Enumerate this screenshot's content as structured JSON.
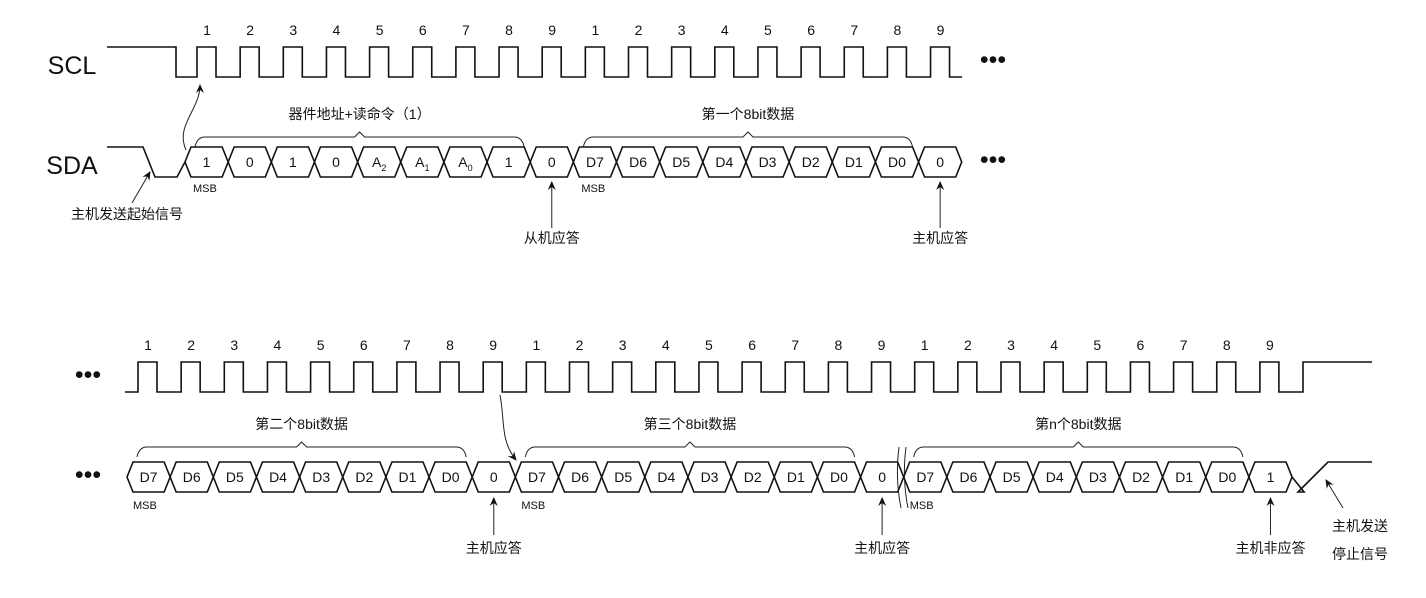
{
  "signals": {
    "scl": "SCL",
    "sda": "SDA"
  },
  "ellipsis": "•••",
  "row1": {
    "clock_labels": [
      "1",
      "2",
      "3",
      "4",
      "5",
      "6",
      "7",
      "8",
      "9",
      "1",
      "2",
      "3",
      "4",
      "5",
      "6",
      "7",
      "8",
      "9"
    ],
    "cells": [
      "1",
      "0",
      "1",
      "0",
      "A2",
      "A1",
      "A0",
      "1",
      "0",
      "D7",
      "D6",
      "D5",
      "D4",
      "D3",
      "D2",
      "D1",
      "D0",
      "0"
    ],
    "braces": [
      {
        "label": "器件地址+读命令（1）",
        "from_cell": 0,
        "to_cell": 7
      },
      {
        "label": "第一个8bit数据",
        "from_cell": 9,
        "to_cell": 16
      }
    ],
    "msb_cells": [
      0,
      9
    ],
    "msb_label": "MSB",
    "annotations": [
      {
        "label": "主机发送起始信号",
        "target": "start"
      },
      {
        "label": "从机应答",
        "cell": 8
      },
      {
        "label": "主机应答",
        "cell": 17
      }
    ]
  },
  "row2": {
    "clock_labels": [
      "1",
      "2",
      "3",
      "4",
      "5",
      "6",
      "7",
      "8",
      "9",
      "1",
      "2",
      "3",
      "4",
      "5",
      "6",
      "7",
      "8",
      "9",
      "1",
      "2",
      "3",
      "4",
      "5",
      "6",
      "7",
      "8",
      "9"
    ],
    "cells": [
      "D7",
      "D6",
      "D5",
      "D4",
      "D3",
      "D2",
      "D1",
      "D0",
      "0",
      "D7",
      "D6",
      "D5",
      "D4",
      "D3",
      "D2",
      "D1",
      "D0",
      "0",
      "D7",
      "D6",
      "D5",
      "D4",
      "D3",
      "D2",
      "D1",
      "D0",
      "1"
    ],
    "braces": [
      {
        "label": "第二个8bit数据",
        "from_cell": 0,
        "to_cell": 7
      },
      {
        "label": "第三个8bit数据",
        "from_cell": 9,
        "to_cell": 16
      },
      {
        "label": "第n个8bit数据",
        "from_cell": 18,
        "to_cell": 25
      }
    ],
    "msb_cells": [
      0,
      9,
      18
    ],
    "msb_label": "MSB",
    "annotations": [
      {
        "label": "主机应答",
        "cell": 8
      },
      {
        "label": "主机应答",
        "cell": 17
      },
      {
        "label": "主机非应答",
        "cell": 26
      }
    ],
    "stop_label_1": "主机发送",
    "stop_label_2": "停止信号"
  }
}
